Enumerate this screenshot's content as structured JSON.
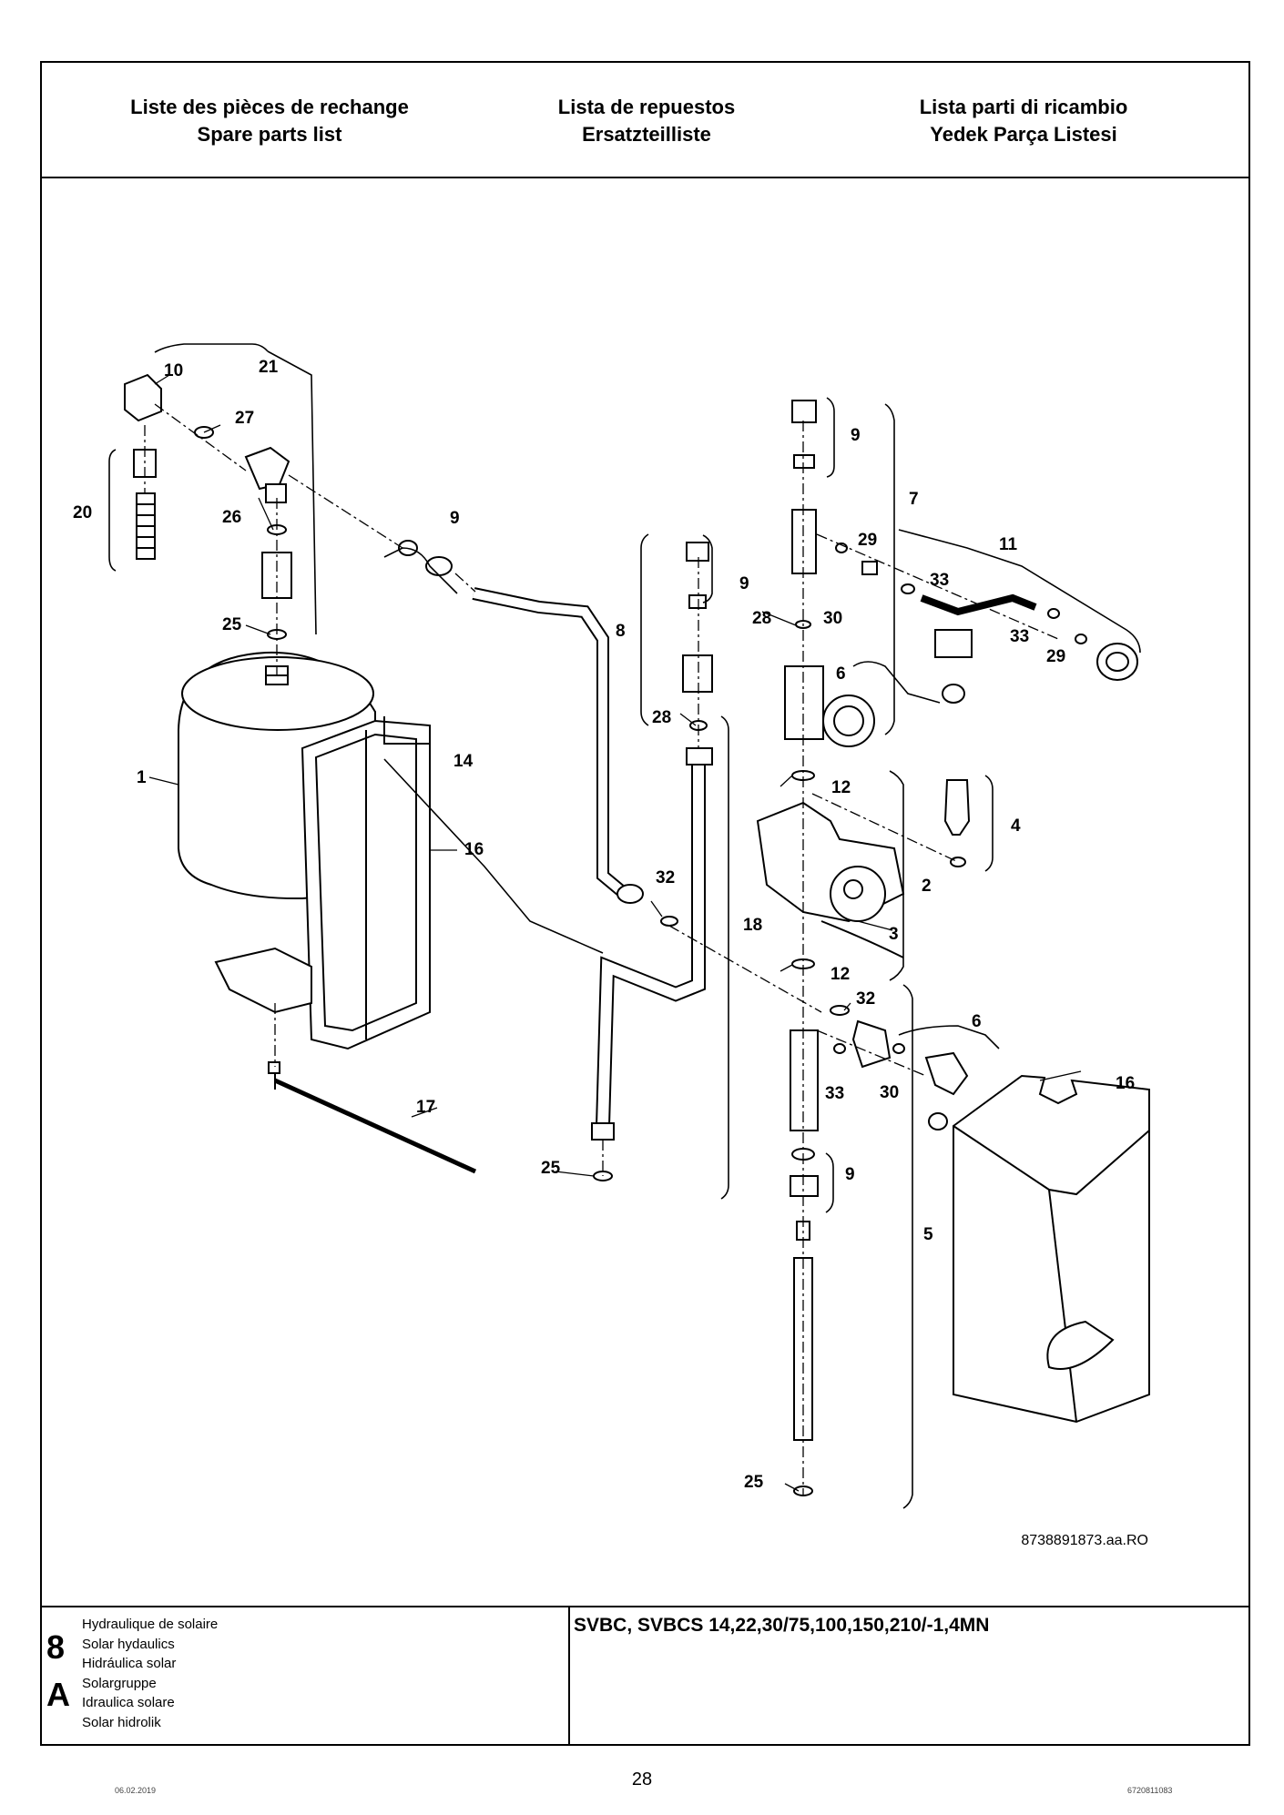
{
  "header": {
    "col1": [
      "Liste des pièces de rechange",
      "Spare parts list"
    ],
    "col2": [
      "Lista de repuestos",
      "Ersatzteilliste"
    ],
    "col3": [
      "Lista parti di ricambio",
      "Yedek Parça Listesi"
    ]
  },
  "diagram": {
    "doc_ref": "8738891873.aa.RO",
    "callouts": [
      "1",
      "2",
      "3",
      "4",
      "5",
      "6",
      "6",
      "7",
      "8",
      "9",
      "9",
      "9",
      "9",
      "10",
      "11",
      "12",
      "12",
      "14",
      "16",
      "16",
      "17",
      "18",
      "20",
      "21",
      "25",
      "25",
      "25",
      "26",
      "27",
      "28",
      "28",
      "29",
      "29",
      "30",
      "30",
      "32",
      "32",
      "33",
      "33",
      "33"
    ]
  },
  "footer": {
    "section_number": "8",
    "section_letter": "A",
    "section_titles": [
      "Hydraulique de solaire",
      "Solar hydaulics",
      "Hidráulica solar",
      "Solargruppe",
      "Idraulica solare",
      "Solar hidrolik"
    ],
    "model": "SVBC, SVBCS 14,22,30/75,100,150,210/-1,4MN"
  },
  "page": {
    "number": "28",
    "date": "06.02.2019",
    "code": "6720811083"
  }
}
